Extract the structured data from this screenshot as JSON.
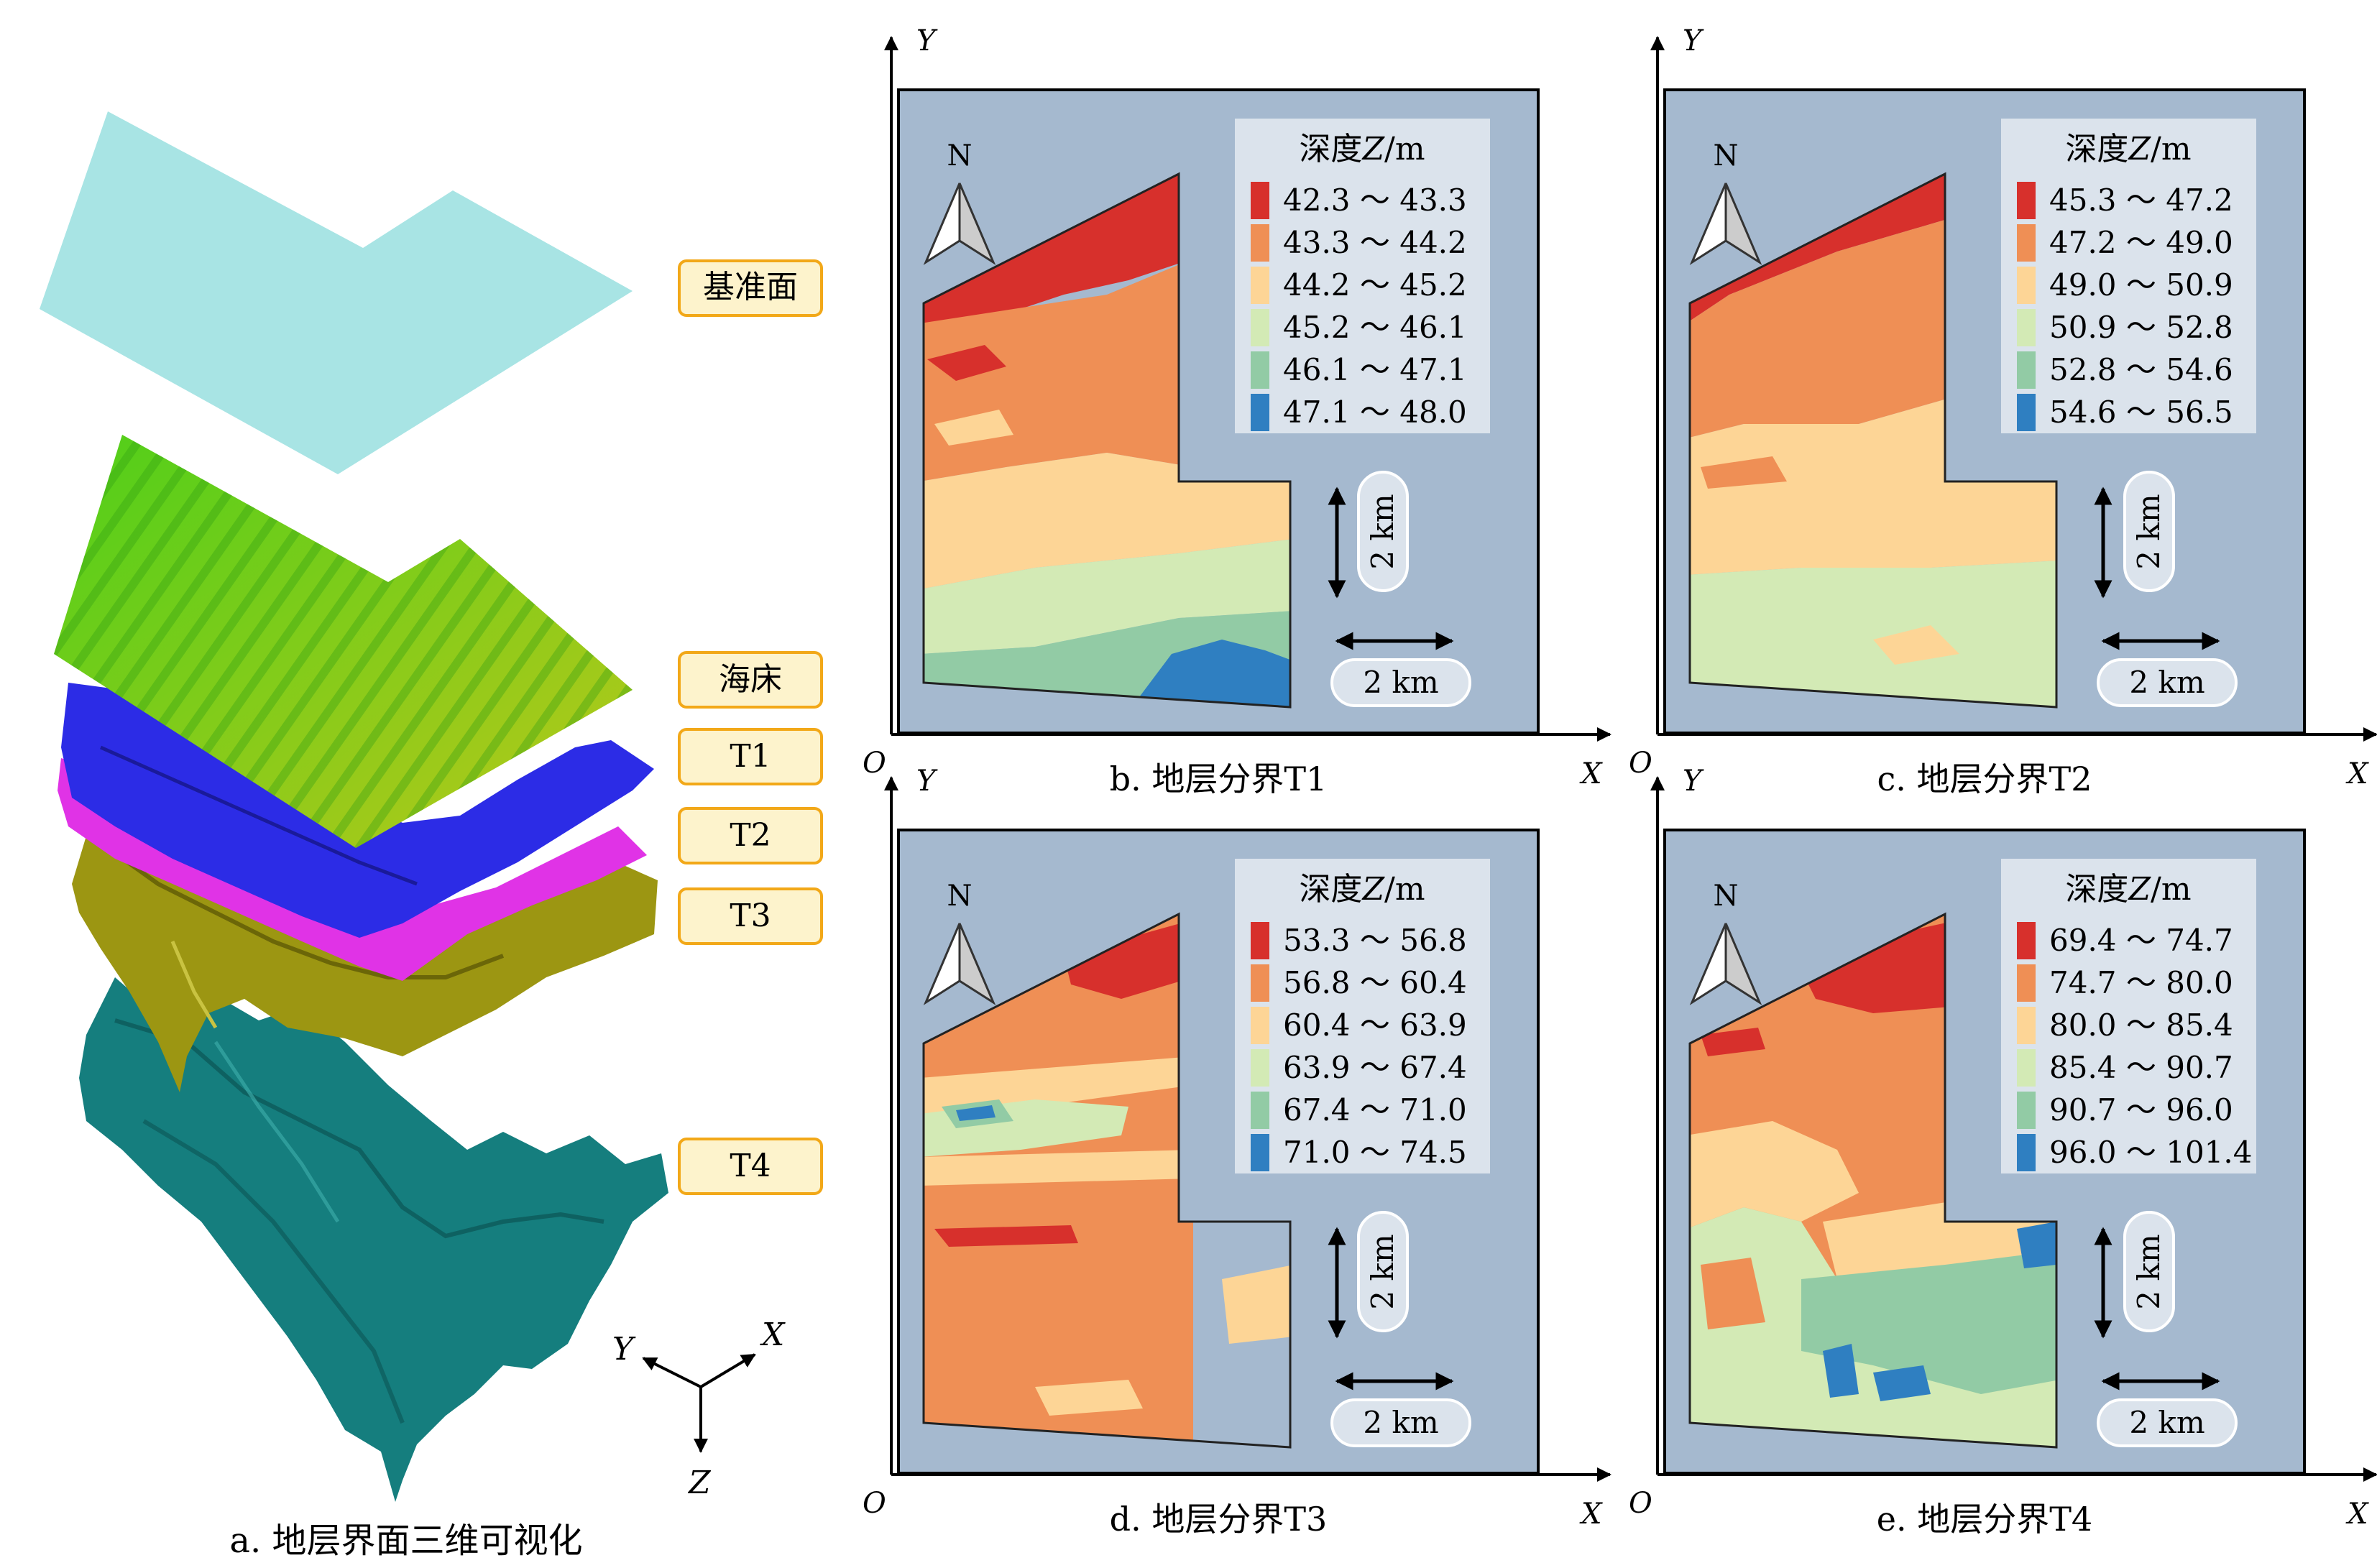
{
  "panel_a": {
    "caption": "a. 地层界面三维可视化",
    "labels": {
      "datum": "基准面",
      "seabed": "海床",
      "t1": "T1",
      "t2": "T2",
      "t3": "T3",
      "t4": "T4"
    },
    "axes": {
      "x": "X",
      "y": "Y",
      "z": "Z"
    },
    "colors": {
      "datum": "#a8e4e4",
      "seabed": "#6fd21e",
      "t1": "#2c2ce6",
      "t2": "#e033e6",
      "t3": "#9c9612",
      "t4": "#157e7e",
      "label_border": "#f2a818",
      "label_fill": "#fdf3cc"
    }
  },
  "maps": [
    {
      "caption": "b. 地层分界T1",
      "legend_title": "深度",
      "legend_var": "Z",
      "legend_unit": "/m",
      "ranges": [
        "42.3 ～ 43.3",
        "43.3 ～ 44.2",
        "44.2 ～ 45.2",
        "45.2 ～ 46.1",
        "46.1 ～ 47.1",
        "47.1 ～ 48.0"
      ]
    },
    {
      "caption": "c. 地层分界T2",
      "legend_title": "深度",
      "legend_var": "Z",
      "legend_unit": "/m",
      "ranges": [
        "45.3 ～ 47.2",
        "47.2 ～ 49.0",
        "49.0 ～ 50.9",
        "50.9 ～ 52.8",
        "52.8 ～ 54.6",
        "54.6 ～ 56.5"
      ]
    },
    {
      "caption": "d. 地层分界T3",
      "legend_title": "深度",
      "legend_var": "Z",
      "legend_unit": "/m",
      "ranges": [
        "53.3 ～ 56.8",
        "56.8 ～ 60.4",
        "60.4 ～ 63.9",
        "63.9 ～ 67.4",
        "67.4 ～ 71.0",
        "71.0 ～ 74.5"
      ]
    },
    {
      "caption": "e. 地层分界T4",
      "legend_title": "深度",
      "legend_var": "Z",
      "legend_unit": "/m",
      "ranges": [
        "69.4 ～ 74.7",
        "74.7 ～ 80.0",
        "80.0 ～ 85.4",
        "85.4 ～ 90.7",
        "90.7 ～ 96.0",
        "96.0 ～ 101.4"
      ]
    }
  ],
  "map_common": {
    "north": "N",
    "scale": "2 km",
    "origin": "O",
    "x_axis": "X",
    "y_axis": "Y"
  },
  "palette": [
    "#d7302c",
    "#ef8f55",
    "#fdd596",
    "#d3eab5",
    "#92cba5",
    "#2f7fc1"
  ],
  "map_bg": "#a5b9cf"
}
